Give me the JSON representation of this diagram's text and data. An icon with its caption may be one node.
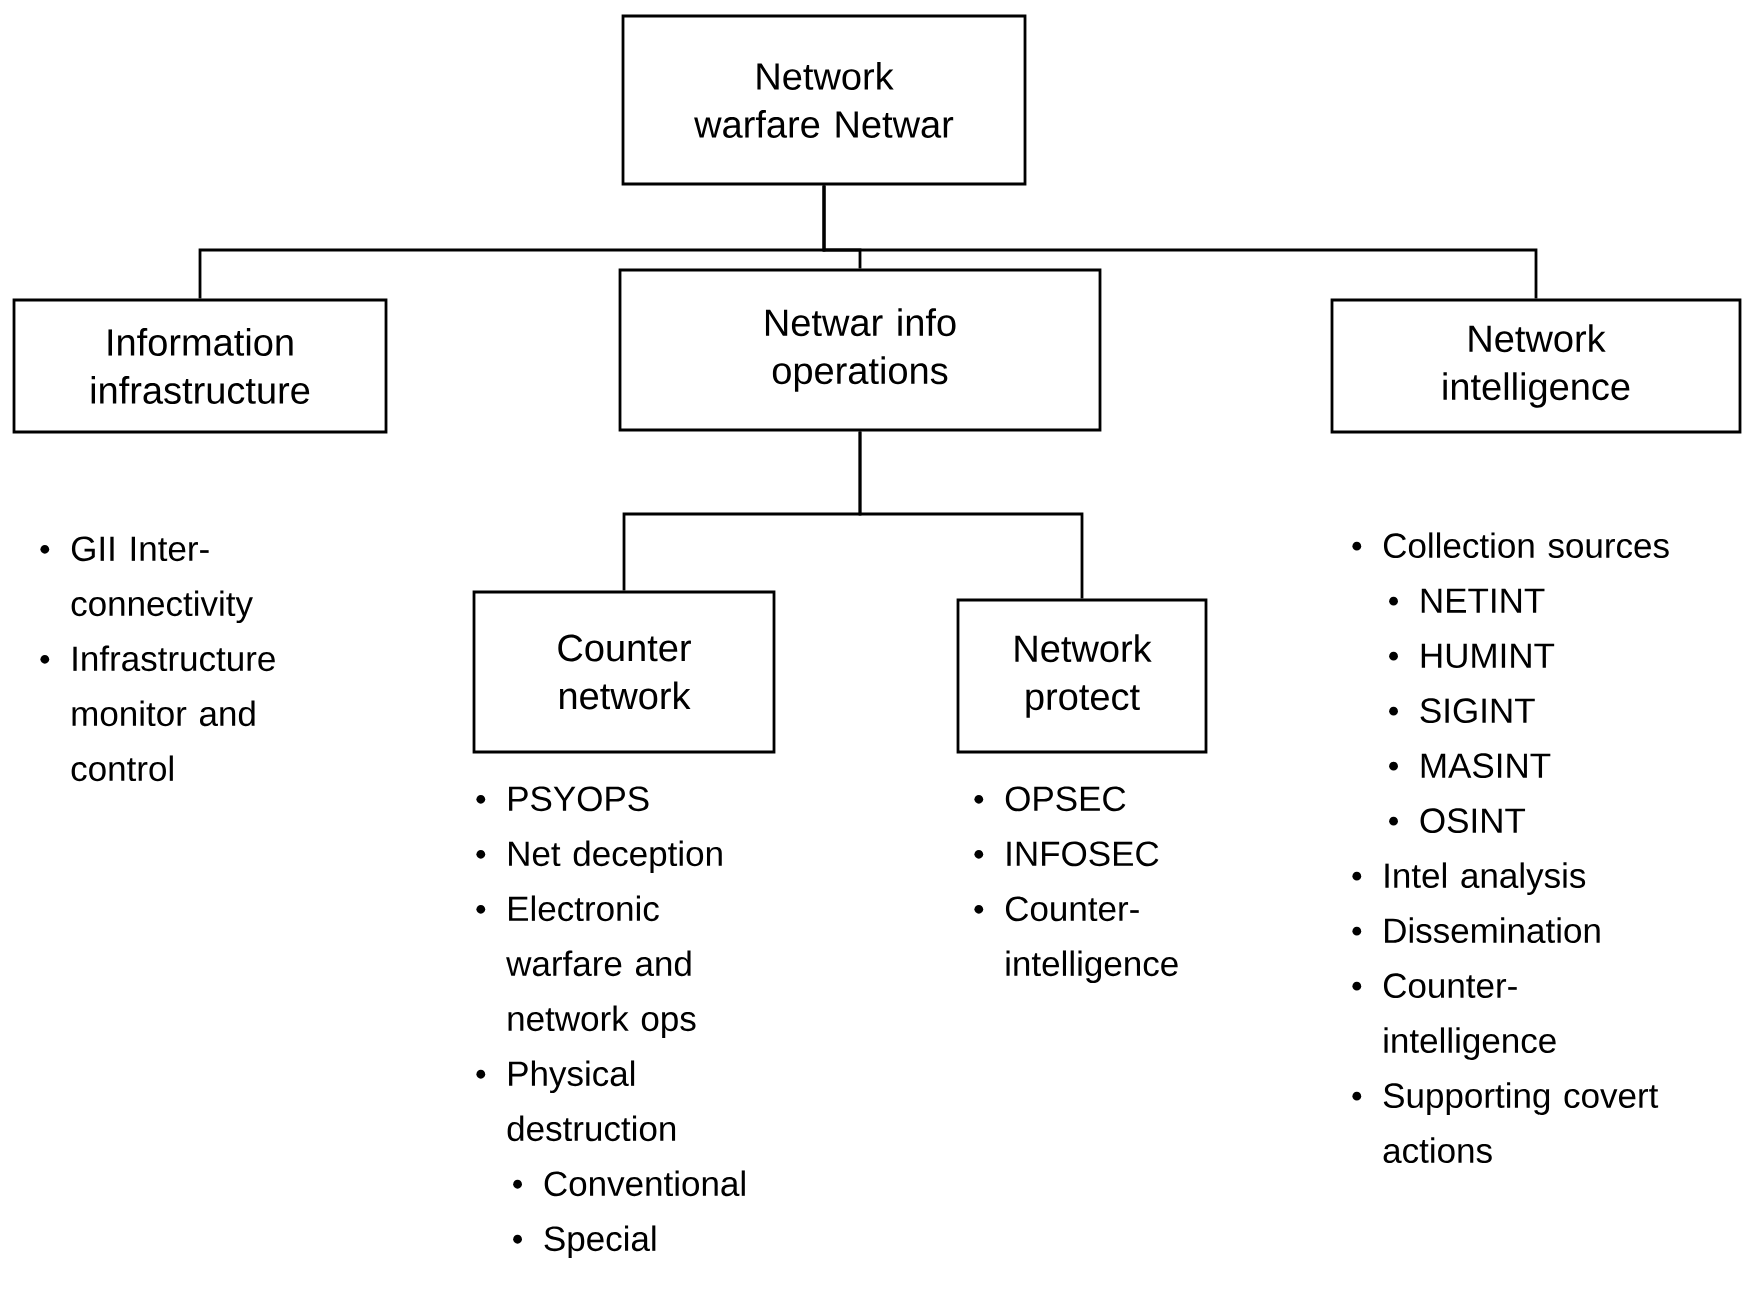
{
  "diagram": {
    "nodes": [
      {
        "text": [
          "Network warfare Netwar"
        ]
      },
      {
        "text": [
          "Information infrastructure"
        ],
        "beside": [
          "GII Inter-connectivity",
          "Infrastructure monitor and control"
        ]
      },
      {
        "text": [
          "Netwar info operations"
        ]
      },
      {
        "text": [
          "Network intelligence"
        ],
        "beside": [
          "Collection sources",
          "NETINT",
          "HUMINT",
          "SIGINT",
          "MASINT",
          "OSINT",
          "Intel analysis",
          "Dissemination",
          "Counter-intelligence",
          "Supporting covert actions"
        ]
      },
      {
        "text": [
          "Counter network"
        ],
        "beside": [
          "PSYOPS",
          "Net deception",
          "Electronic warfare and network ops",
          "Physical destruction",
          "Conventional",
          "Special"
        ]
      },
      {
        "text": [
          "Network protect"
        ],
        "beside": [
          "OPSEC",
          "INFOSEC",
          "Counter-intelligence"
        ]
      }
    ],
    "edges": [
      {
        "from": 0,
        "to": 1,
        "arrow": "none"
      },
      {
        "from": 0,
        "to": 2,
        "arrow": "none"
      },
      {
        "from": 0,
        "to": 3,
        "arrow": "none"
      },
      {
        "from": 2,
        "to": 4,
        "arrow": "none"
      },
      {
        "from": 2,
        "to": 5,
        "arrow": "none"
      }
    ]
  }
}
